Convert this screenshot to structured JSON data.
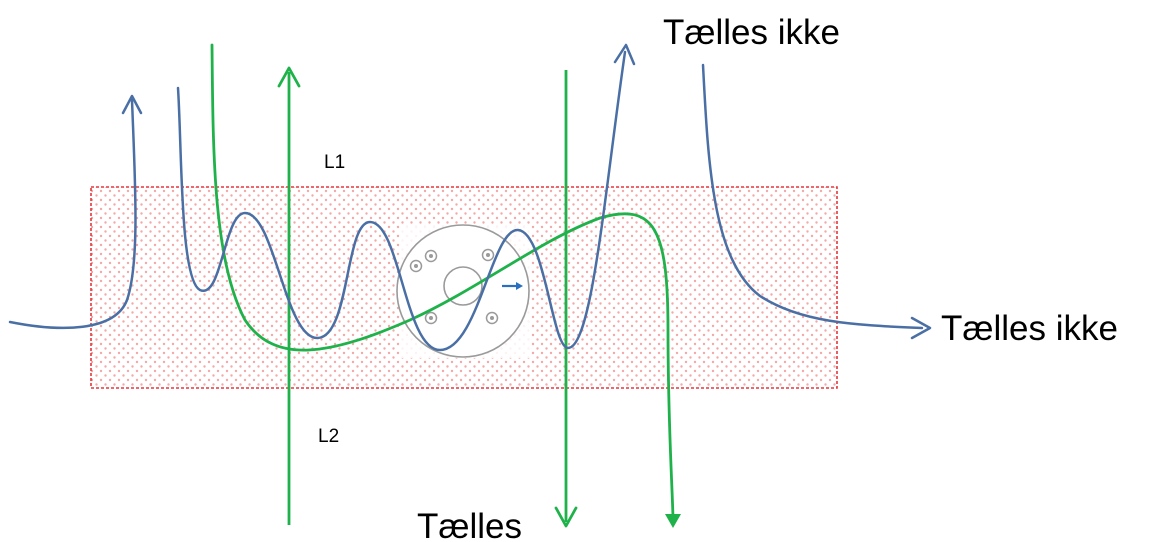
{
  "labels": {
    "top_right": "Tælles ikke",
    "right": "Tælles ikke",
    "bottom": "Tælles",
    "line1": "L1",
    "line2": "L2"
  },
  "colors": {
    "zone_border": "#e8353b",
    "zone_dots": "#f4a8a8",
    "blue_path": "#4a6fa5",
    "green_path": "#1fb24a",
    "sensor_outline": "#9a9a9a",
    "direction_arrow": "#2a6fc0"
  },
  "icons": {
    "sensor": "sensor-disc-icon",
    "direction": "arrow-right-icon"
  }
}
